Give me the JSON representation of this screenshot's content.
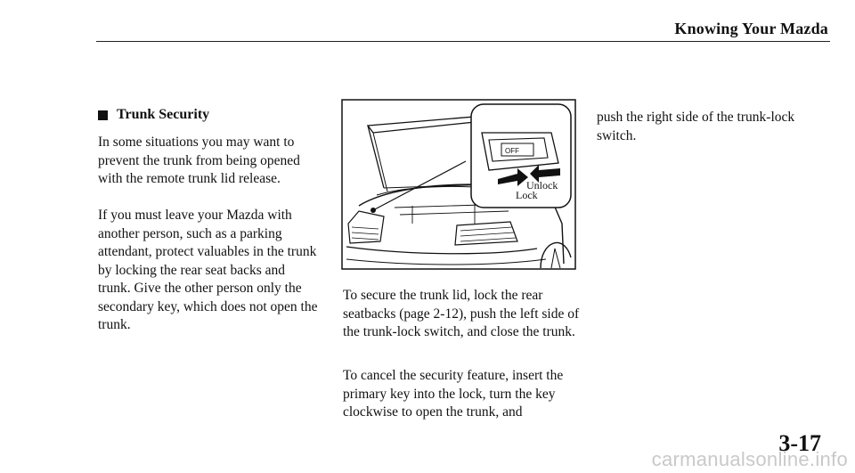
{
  "header": {
    "title": "Knowing Your Mazda"
  },
  "section": {
    "heading": "Trunk Security"
  },
  "col1": {
    "p1": "In some situations you may want to prevent the trunk from being opened with the remote trunk lid release.",
    "p2": "If you must leave your Mazda with another person, such as a parking attendant, protect valuables in the trunk by locking the rear seat backs and trunk. Give the other person only the secondary key, which does not open the trunk."
  },
  "figure": {
    "switch_label": "OFF",
    "unlock_label": "Unlock",
    "lock_label": "Lock",
    "switch_icon": "trunk-lock-switch-icon"
  },
  "col2": {
    "p1": "To secure the trunk lid, lock the rear seatbacks (page 2-12), push the left side of the trunk-lock switch, and close the trunk.",
    "p2": "To cancel the security feature, insert the primary key into the lock, turn the key clockwise to open the trunk, and"
  },
  "col3": {
    "p1": "push the right side of the trunk-lock switch."
  },
  "footer": {
    "page_number": "3-17",
    "watermark": "carmanualsonline.info"
  }
}
